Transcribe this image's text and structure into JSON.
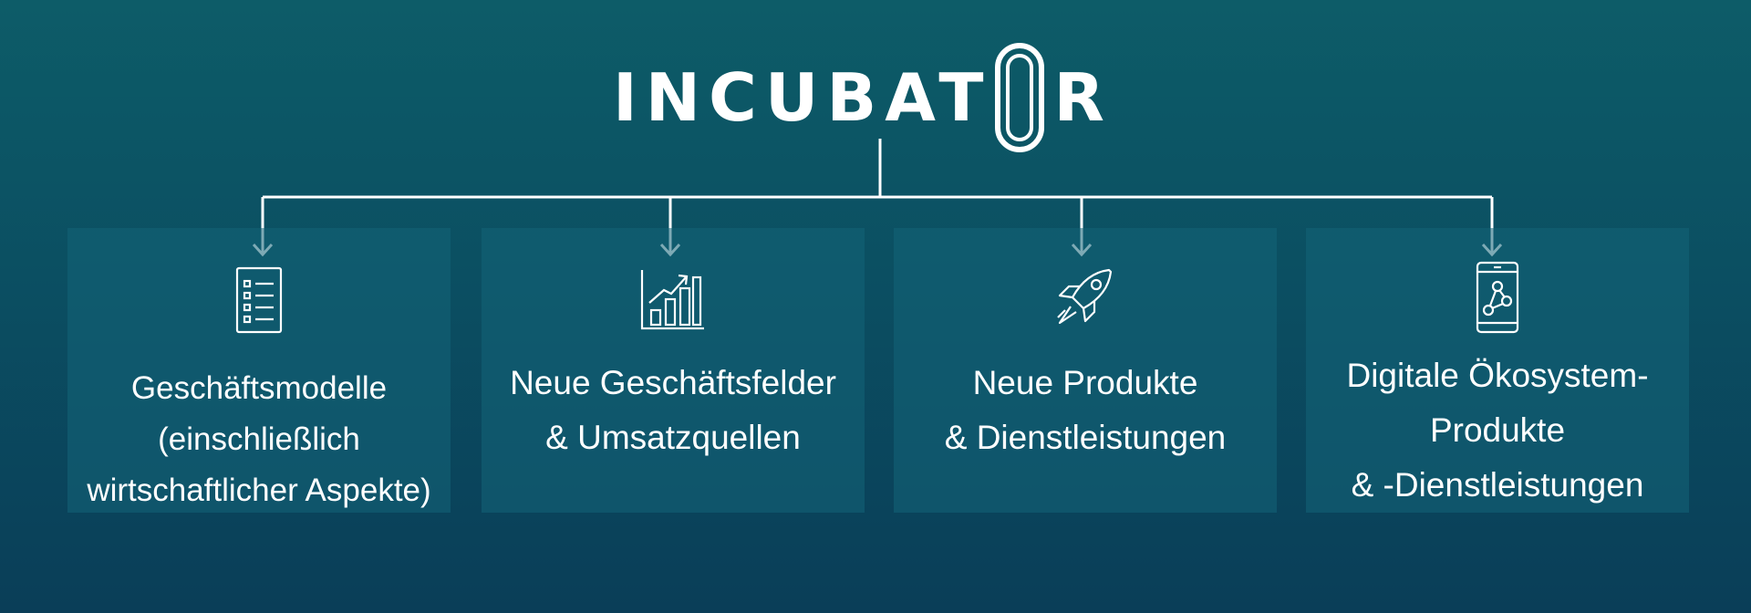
{
  "logo": {
    "text_before": "INCUBAT",
    "text_after": "R"
  },
  "boxes": [
    {
      "icon": "checklist-icon",
      "lines": [
        "Geschäftsmodelle",
        "(einschließlich",
        "wirtschaftlicher Aspekte)"
      ]
    },
    {
      "icon": "growth-chart-icon",
      "lines": [
        "Neue Geschäftsfelder",
        "& Umsatzquellen"
      ]
    },
    {
      "icon": "rocket-icon",
      "lines": [
        "Neue Produkte",
        "& Dienstleistungen"
      ]
    },
    {
      "icon": "mobile-network-icon",
      "lines": [
        "Digitale Ökosystem-",
        "Produkte",
        "& -Dienstleistungen"
      ]
    }
  ],
  "colors": {
    "background_top": "#0d5c68",
    "background_bottom": "#0a3e58",
    "line": "#ffffff"
  }
}
